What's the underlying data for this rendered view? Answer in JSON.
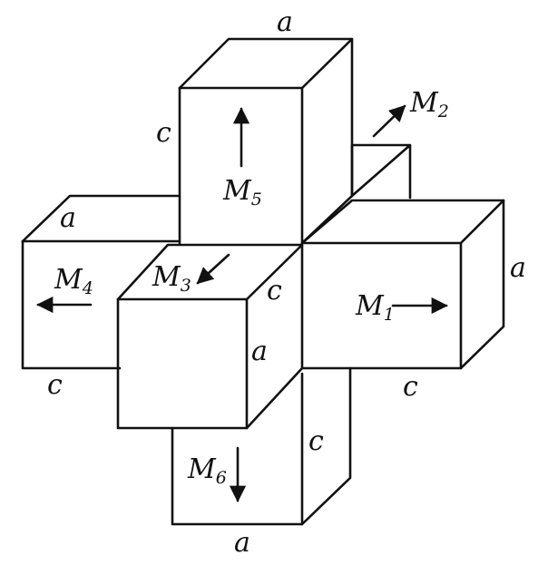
{
  "dimension_labels": {
    "top_a": "a",
    "upper_c": "c",
    "left_a": "a",
    "right_a": "a",
    "center_c": "c",
    "center_a": "a",
    "left_bottom_c": "c",
    "right_bottom_c": "c",
    "lower_c": "c",
    "bottom_a": "a"
  },
  "moments": [
    {
      "key": "m1",
      "symbol": "M",
      "index": "1"
    },
    {
      "key": "m2",
      "symbol": "M",
      "index": "2"
    },
    {
      "key": "m3",
      "symbol": "M",
      "index": "3"
    },
    {
      "key": "m4",
      "symbol": "M",
      "index": "4"
    },
    {
      "key": "m5",
      "symbol": "M",
      "index": "5"
    },
    {
      "key": "m6",
      "symbol": "M",
      "index": "6"
    }
  ],
  "colors": {
    "ink": "#111111",
    "paper": "#ffffff"
  }
}
